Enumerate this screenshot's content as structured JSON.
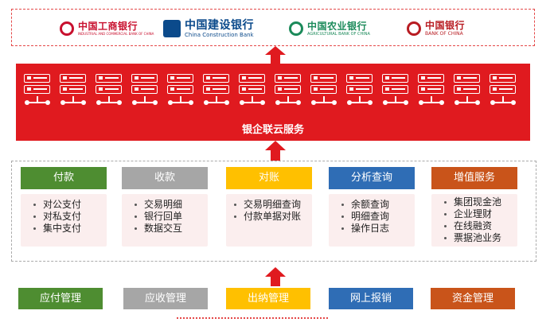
{
  "banks": [
    {
      "cn": "中国工商银行",
      "en": "INDUSTRIAL AND COMMERCIAL BANK OF CHINA",
      "color": "#c8102e"
    },
    {
      "cn": "中国建设银行",
      "en": "China Construction Bank",
      "color": "#0b4a8b"
    },
    {
      "cn": "中国农业银行",
      "en": "AGRICULTURAL BANK OF CHINA",
      "color": "#1b8a5a"
    },
    {
      "cn": "中国银行",
      "en": "BANK OF CHINA",
      "color": "#b81c22"
    }
  ],
  "service": {
    "title": "银企联云服务",
    "color": "#e01a1f"
  },
  "modules": [
    {
      "title": "付款",
      "color": "#4e8d31",
      "items": [
        "对公支付",
        "对私支付",
        "集中支付"
      ]
    },
    {
      "title": "收款",
      "color": "#a6a6a6",
      "items": [
        "交易明细",
        "银行回单",
        "数据交互"
      ]
    },
    {
      "title": "对账",
      "color": "#ffc000",
      "items": [
        "交易明细查询",
        "付款单据对账"
      ]
    },
    {
      "title": "分析查询",
      "color": "#2f6db5",
      "items": [
        "余额查询",
        "明细查询",
        "操作日志"
      ]
    },
    {
      "title": "增值服务",
      "color": "#c9541a",
      "items": [
        "集团现金池",
        "企业理财",
        "在线融资",
        "票据池业务"
      ]
    }
  ],
  "bottom": [
    {
      "label": "应付管理",
      "color": "#4e8d31"
    },
    {
      "label": "应收管理",
      "color": "#a6a6a6"
    },
    {
      "label": "出纳管理",
      "color": "#ffc000"
    },
    {
      "label": "网上报销",
      "color": "#2f6db5"
    },
    {
      "label": "资金管理",
      "color": "#c9541a"
    }
  ],
  "arrow_color": "#e01a1f"
}
